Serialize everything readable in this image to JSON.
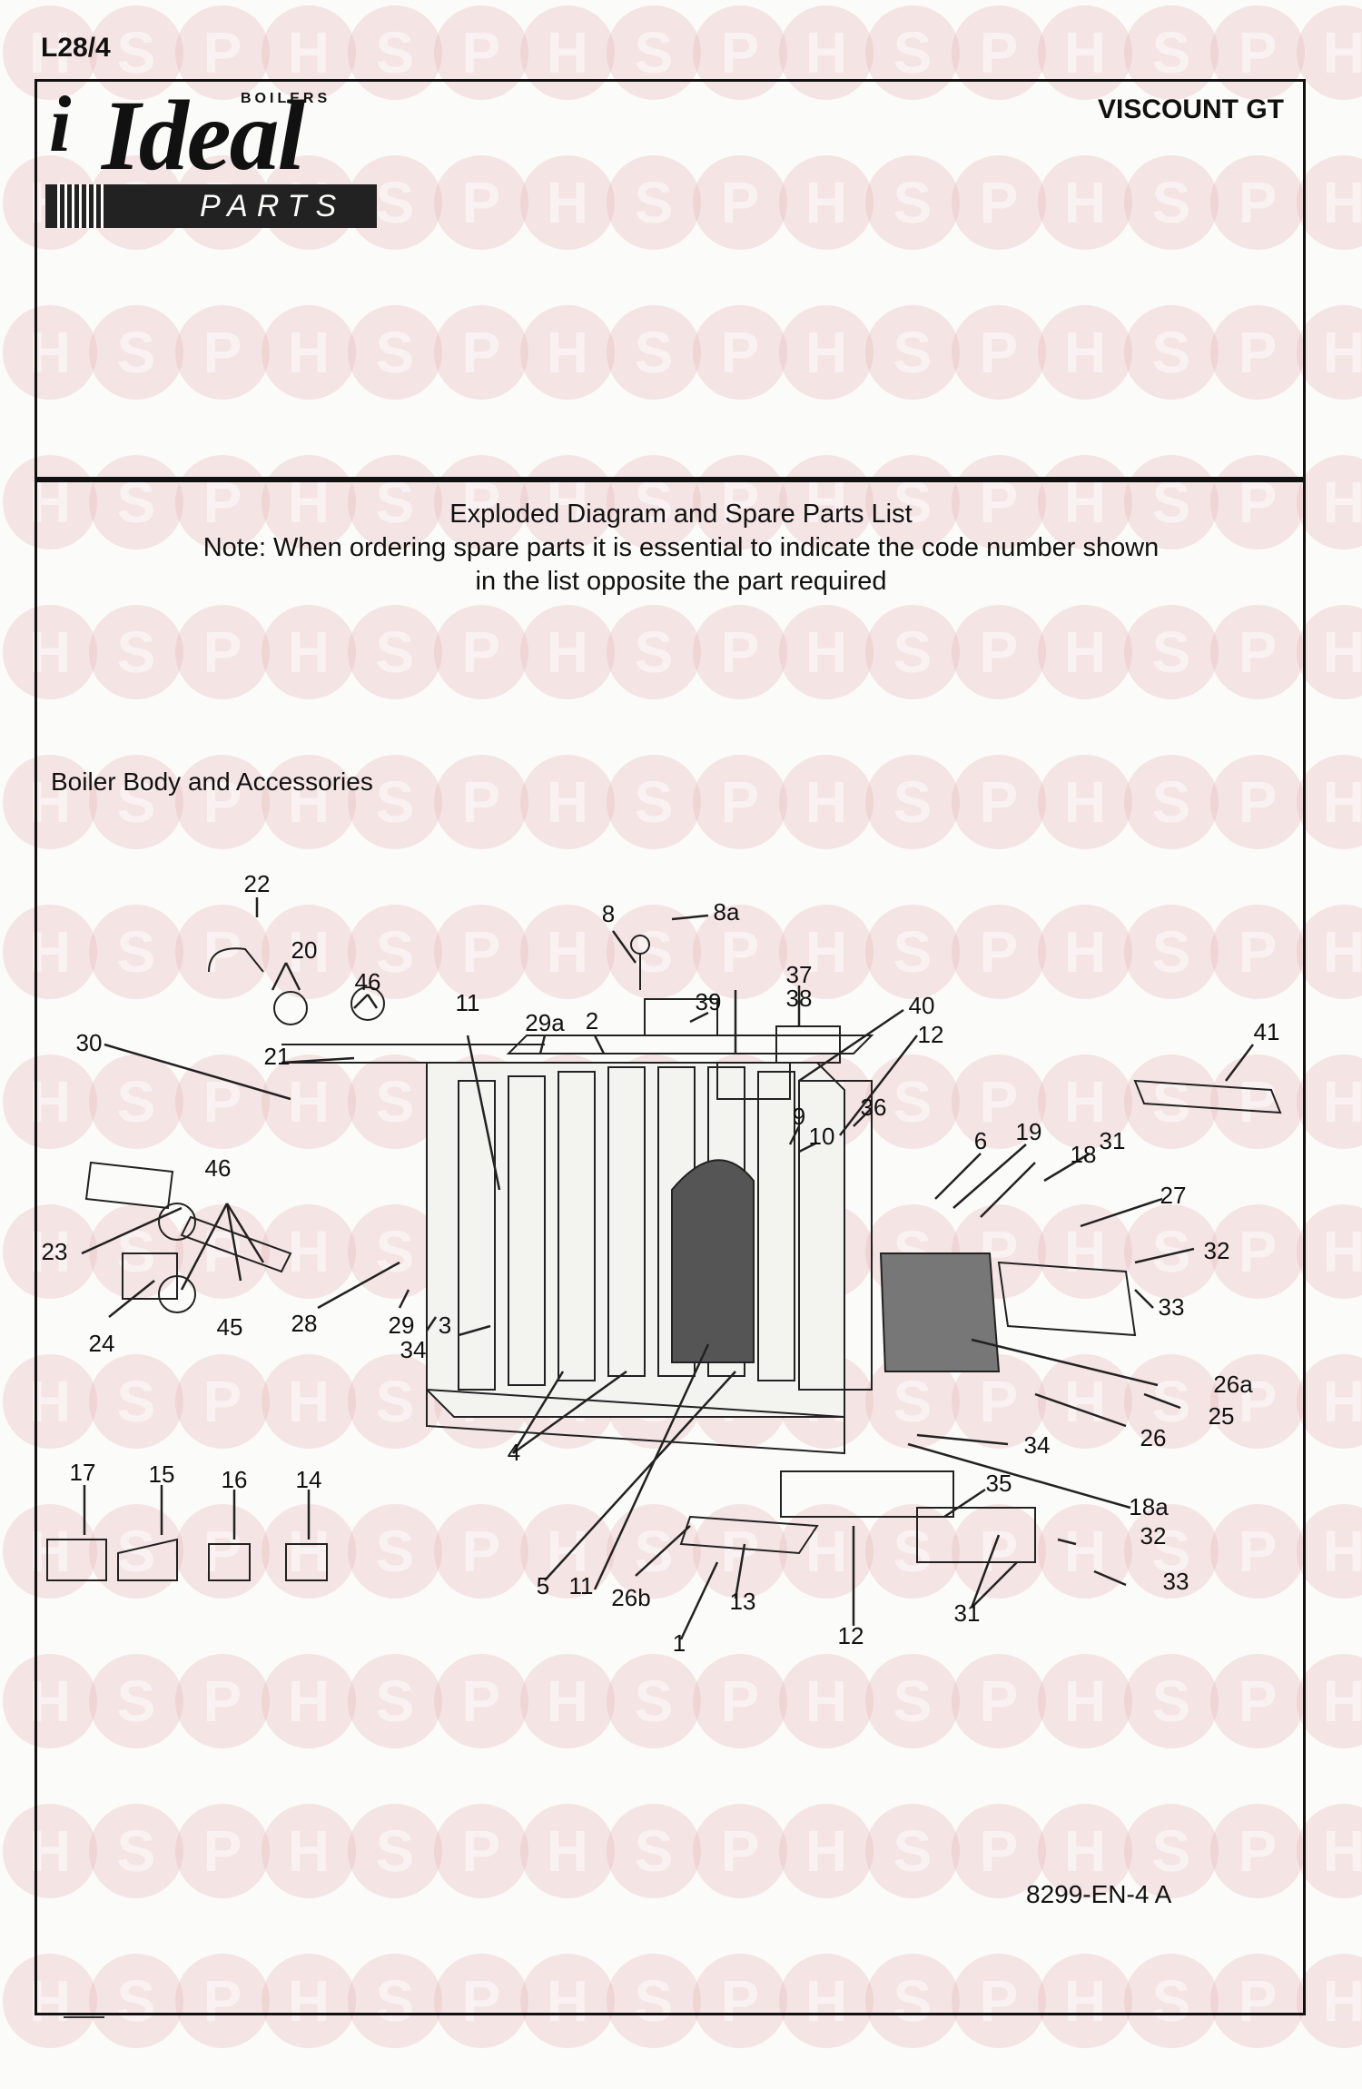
{
  "header": {
    "doc_code": "L28/4",
    "model": "VISCOUNT GT",
    "logo": {
      "letter": "i",
      "word": "Ideal",
      "boilers": "BOILERS",
      "parts": "PARTS"
    }
  },
  "watermark": {
    "letters": [
      "H",
      "S",
      "P"
    ],
    "color": "#e9b9b9"
  },
  "intro": {
    "title": "Exploded Diagram and Spare Parts List",
    "note_line1": "Note: When ordering spare parts it is essential to indicate the code number shown",
    "note_line2": "in the list opposite the part required"
  },
  "section": {
    "title": "Boiler Body and Accessories"
  },
  "drawing_ref": "8299-EN-4 A",
  "diagram": {
    "callouts": [
      "22",
      "20",
      "46",
      "21",
      "30",
      "11",
      "29a",
      "2",
      "8",
      "8a",
      "39",
      "38",
      "37",
      "40",
      "12",
      "41",
      "36",
      "9",
      "10",
      "6",
      "19",
      "18",
      "31",
      "27",
      "32",
      "33",
      "26a",
      "25",
      "26",
      "34",
      "18a",
      "35",
      "32",
      "33",
      "31",
      "12",
      "13",
      "1",
      "26b",
      "5",
      "11",
      "4",
      "3",
      "34",
      "29",
      "28",
      "23",
      "24",
      "45",
      "46",
      "17",
      "15",
      "16",
      "14"
    ]
  }
}
